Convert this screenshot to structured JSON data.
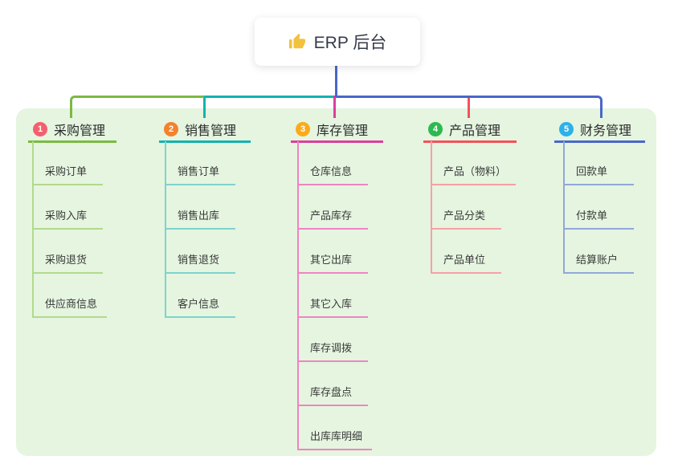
{
  "root": {
    "label": "ERP 后台",
    "icon": "thumbs-up-icon"
  },
  "colors": {
    "panel_bg": "#e5f5e0",
    "root_stem": "#4a67c8",
    "thumb": "#f2c13d"
  },
  "branches": [
    {
      "index": "1",
      "label": "采购管理",
      "badge_color": "#f45f6e",
      "line_color": "#7cb944",
      "light_color": "#b2d98c",
      "children": [
        "采购订单",
        "采购入库",
        "采购退货",
        "供应商信息"
      ]
    },
    {
      "index": "2",
      "label": "销售管理",
      "badge_color": "#f5812c",
      "line_color": "#14b3ae",
      "light_color": "#7ed3ce",
      "children": [
        "销售订单",
        "销售出库",
        "销售退货",
        "客户信息"
      ]
    },
    {
      "index": "3",
      "label": "库存管理",
      "badge_color": "#fbab19",
      "line_color": "#dc3f9c",
      "light_color": "#ef84c4",
      "children": [
        "仓库信息",
        "产品库存",
        "其它出库",
        "其它入库",
        "库存调拨",
        "库存盘点",
        "出库库明细"
      ]
    },
    {
      "index": "4",
      "label": "产品管理",
      "badge_color": "#2eb950",
      "line_color": "#f4515c",
      "light_color": "#f7a0a6",
      "children": [
        "产品（物料）",
        "产品分类",
        "产品单位"
      ]
    },
    {
      "index": "5",
      "label": "财务管理",
      "badge_color": "#2cb1ea",
      "line_color": "#4a67c8",
      "light_color": "#92a7da",
      "children": [
        "回款单",
        "付款单",
        "结算账户"
      ]
    }
  ]
}
